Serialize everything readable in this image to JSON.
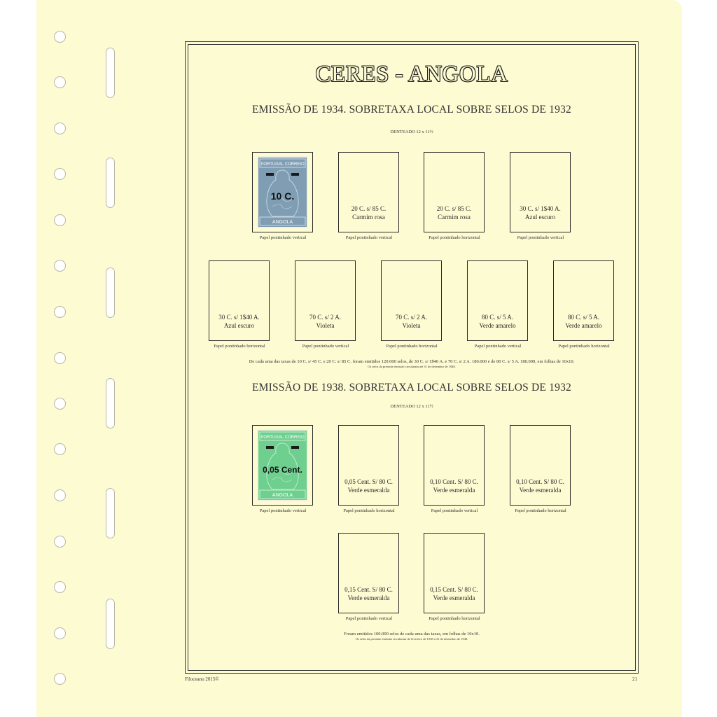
{
  "page": {
    "title": "CERES - ANGOLA",
    "footer_left": "Filoceano 2015©",
    "footer_right": "21"
  },
  "section1": {
    "title": "EMISSÃO DE 1934. SOBRETAXA LOCAL SOBRE SELOS DE 1932",
    "perforation": "DENTEADO 12 x 11½",
    "stamp_overprint": "10 C.",
    "stamp_header": "PORTUGAL CORREIO",
    "stamp_footer": "ANGOLA",
    "stamp_color": "#7f9db3",
    "row1": [
      {
        "caption": "Papel pontinhado vertical",
        "line1": "",
        "line2": ""
      },
      {
        "caption": "Papel pontinhado vertical",
        "line1": "20 C. s/ 85 C.",
        "line2": "Carmim rosa"
      },
      {
        "caption": "Papel pontinhado horizontal",
        "line1": "20 C. s/ 85 C.",
        "line2": "Carmim rosa"
      },
      {
        "caption": "Papel pontinhado vertical",
        "line1": "30 C. s/ 1$40 A.",
        "line2": "Azul escuro"
      }
    ],
    "row2": [
      {
        "caption": "Papel pontinhado horizontal",
        "line1": "30 C. s/ 1$40 A.",
        "line2": "Azul escuro"
      },
      {
        "caption": "Papel pontinhado vertical",
        "line1": "70 C. s/ 2 A.",
        "line2": "Violeta"
      },
      {
        "caption": "Papel pontinhado horizontal",
        "line1": "70 C. s/ 2 A.",
        "line2": "Violeta"
      },
      {
        "caption": "Papel pontinhado vertical",
        "line1": "80 C. s/ 5 A.",
        "line2": "Verde amarelo"
      },
      {
        "caption": "Papel pontinhado horizontal",
        "line1": "80 C. s/ 5 A.",
        "line2": "Verde amarelo"
      }
    ],
    "note1": "De cada uma das taxas de 10 C. s/ 45 C. e 20 C. s/ 85 C. foram emitidos 120.000 selos, de 30 C. s/ 1$40 A. e 70 C. s/ 2 A. 180.000 e de 80 C. s/ 5 A. 180.000, em folhas de 10x10.",
    "note2": "Os selos da presente emissão circularam até 31 de dezembro de 1948."
  },
  "section2": {
    "title": "EMISSÃO DE 1938. SOBRETAXA LOCAL SOBRE SELOS DE 1932",
    "perforation": "DENTEADO 12 x 11½",
    "stamp_overprint": "0,05 Cent.",
    "stamp_header": "PORTUGAL CORREIO",
    "stamp_footer": "ANGOLA",
    "stamp_color": "#6fcf8f",
    "row1": [
      {
        "caption": "Papel pontinhado vertical",
        "line1": "",
        "line2": ""
      },
      {
        "caption": "Papel pontinhado horizontal",
        "line1": "0,05 Cent. S/ 80 C.",
        "line2": "Verde esmeralda"
      },
      {
        "caption": "Papel pontinhado vertical",
        "line1": "0,10 Cent. S/ 80 C.",
        "line2": "Verde esmeralda"
      },
      {
        "caption": "Papel pontinhado horizontal",
        "line1": "0,10 Cent. S/ 80 C.",
        "line2": "Verde esmeralda"
      }
    ],
    "row2": [
      {
        "caption": "Papel pontinhado vertical",
        "line1": "0,15 Cent. S/ 80 C.",
        "line2": "Verde esmeralda"
      },
      {
        "caption": "Papel pontinhado horizontal",
        "line1": "0,15 Cent. S/ 80 C.",
        "line2": "Verde esmeralda"
      }
    ],
    "note1": "Foram emitidos 100.000 selos de cada uma das taxas, em folhas de 10x10.",
    "note2": "Os selos da presente emissão circularam de fevereiro de 1938 a 31 de dezembro de 1948."
  }
}
